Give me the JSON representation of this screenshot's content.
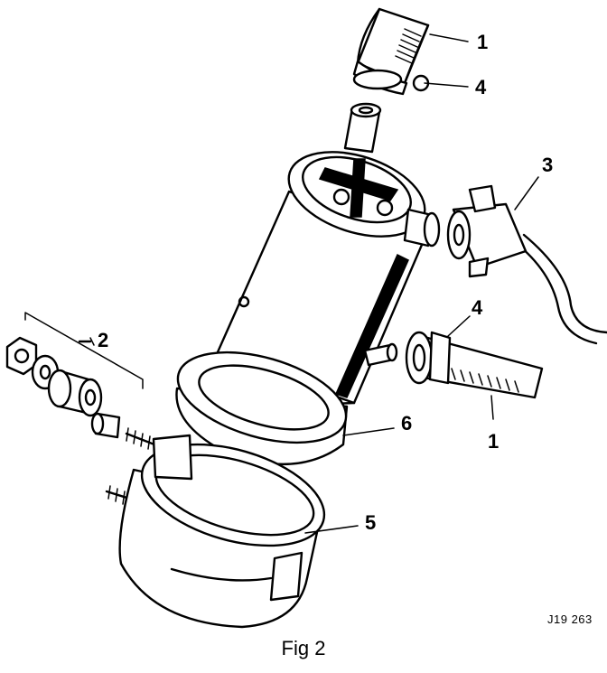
{
  "figure": {
    "caption": "Fig 2",
    "reference_code": "J19 263"
  },
  "callouts": [
    {
      "id": "hose-top",
      "label": "1"
    },
    {
      "id": "clip-top",
      "label": "4"
    },
    {
      "id": "connector",
      "label": "3"
    },
    {
      "id": "mount-hardware",
      "label": "2"
    },
    {
      "id": "clip-side",
      "label": "4"
    },
    {
      "id": "insulator-ring",
      "label": "6"
    },
    {
      "id": "hose-side",
      "label": "1"
    },
    {
      "id": "bracket",
      "label": "5"
    }
  ]
}
